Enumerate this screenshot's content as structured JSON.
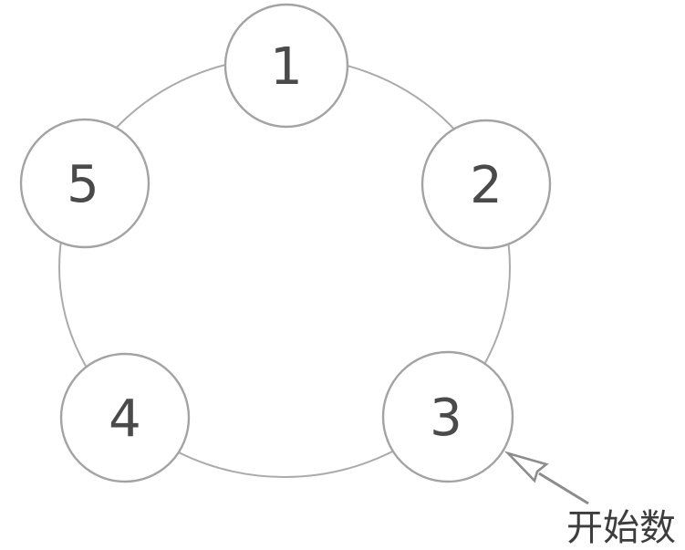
{
  "diagram": {
    "type": "ring-of-nodes",
    "nodes": [
      {
        "id": "node-1",
        "label": "1"
      },
      {
        "id": "node-2",
        "label": "2"
      },
      {
        "id": "node-3",
        "label": "3"
      },
      {
        "id": "node-4",
        "label": "4"
      },
      {
        "id": "node-5",
        "label": "5"
      }
    ],
    "annotation": {
      "label": "开始数",
      "points_to_node": "3"
    },
    "colors": {
      "background": "#ffffff",
      "ring_stroke": "#ababab",
      "node_stroke": "#a3a3a3",
      "node_fill": "#ffffff",
      "number_text": "#4a4a4a",
      "arrow": "#8c8c8c",
      "annotation_text": "#3d3d3d"
    }
  }
}
